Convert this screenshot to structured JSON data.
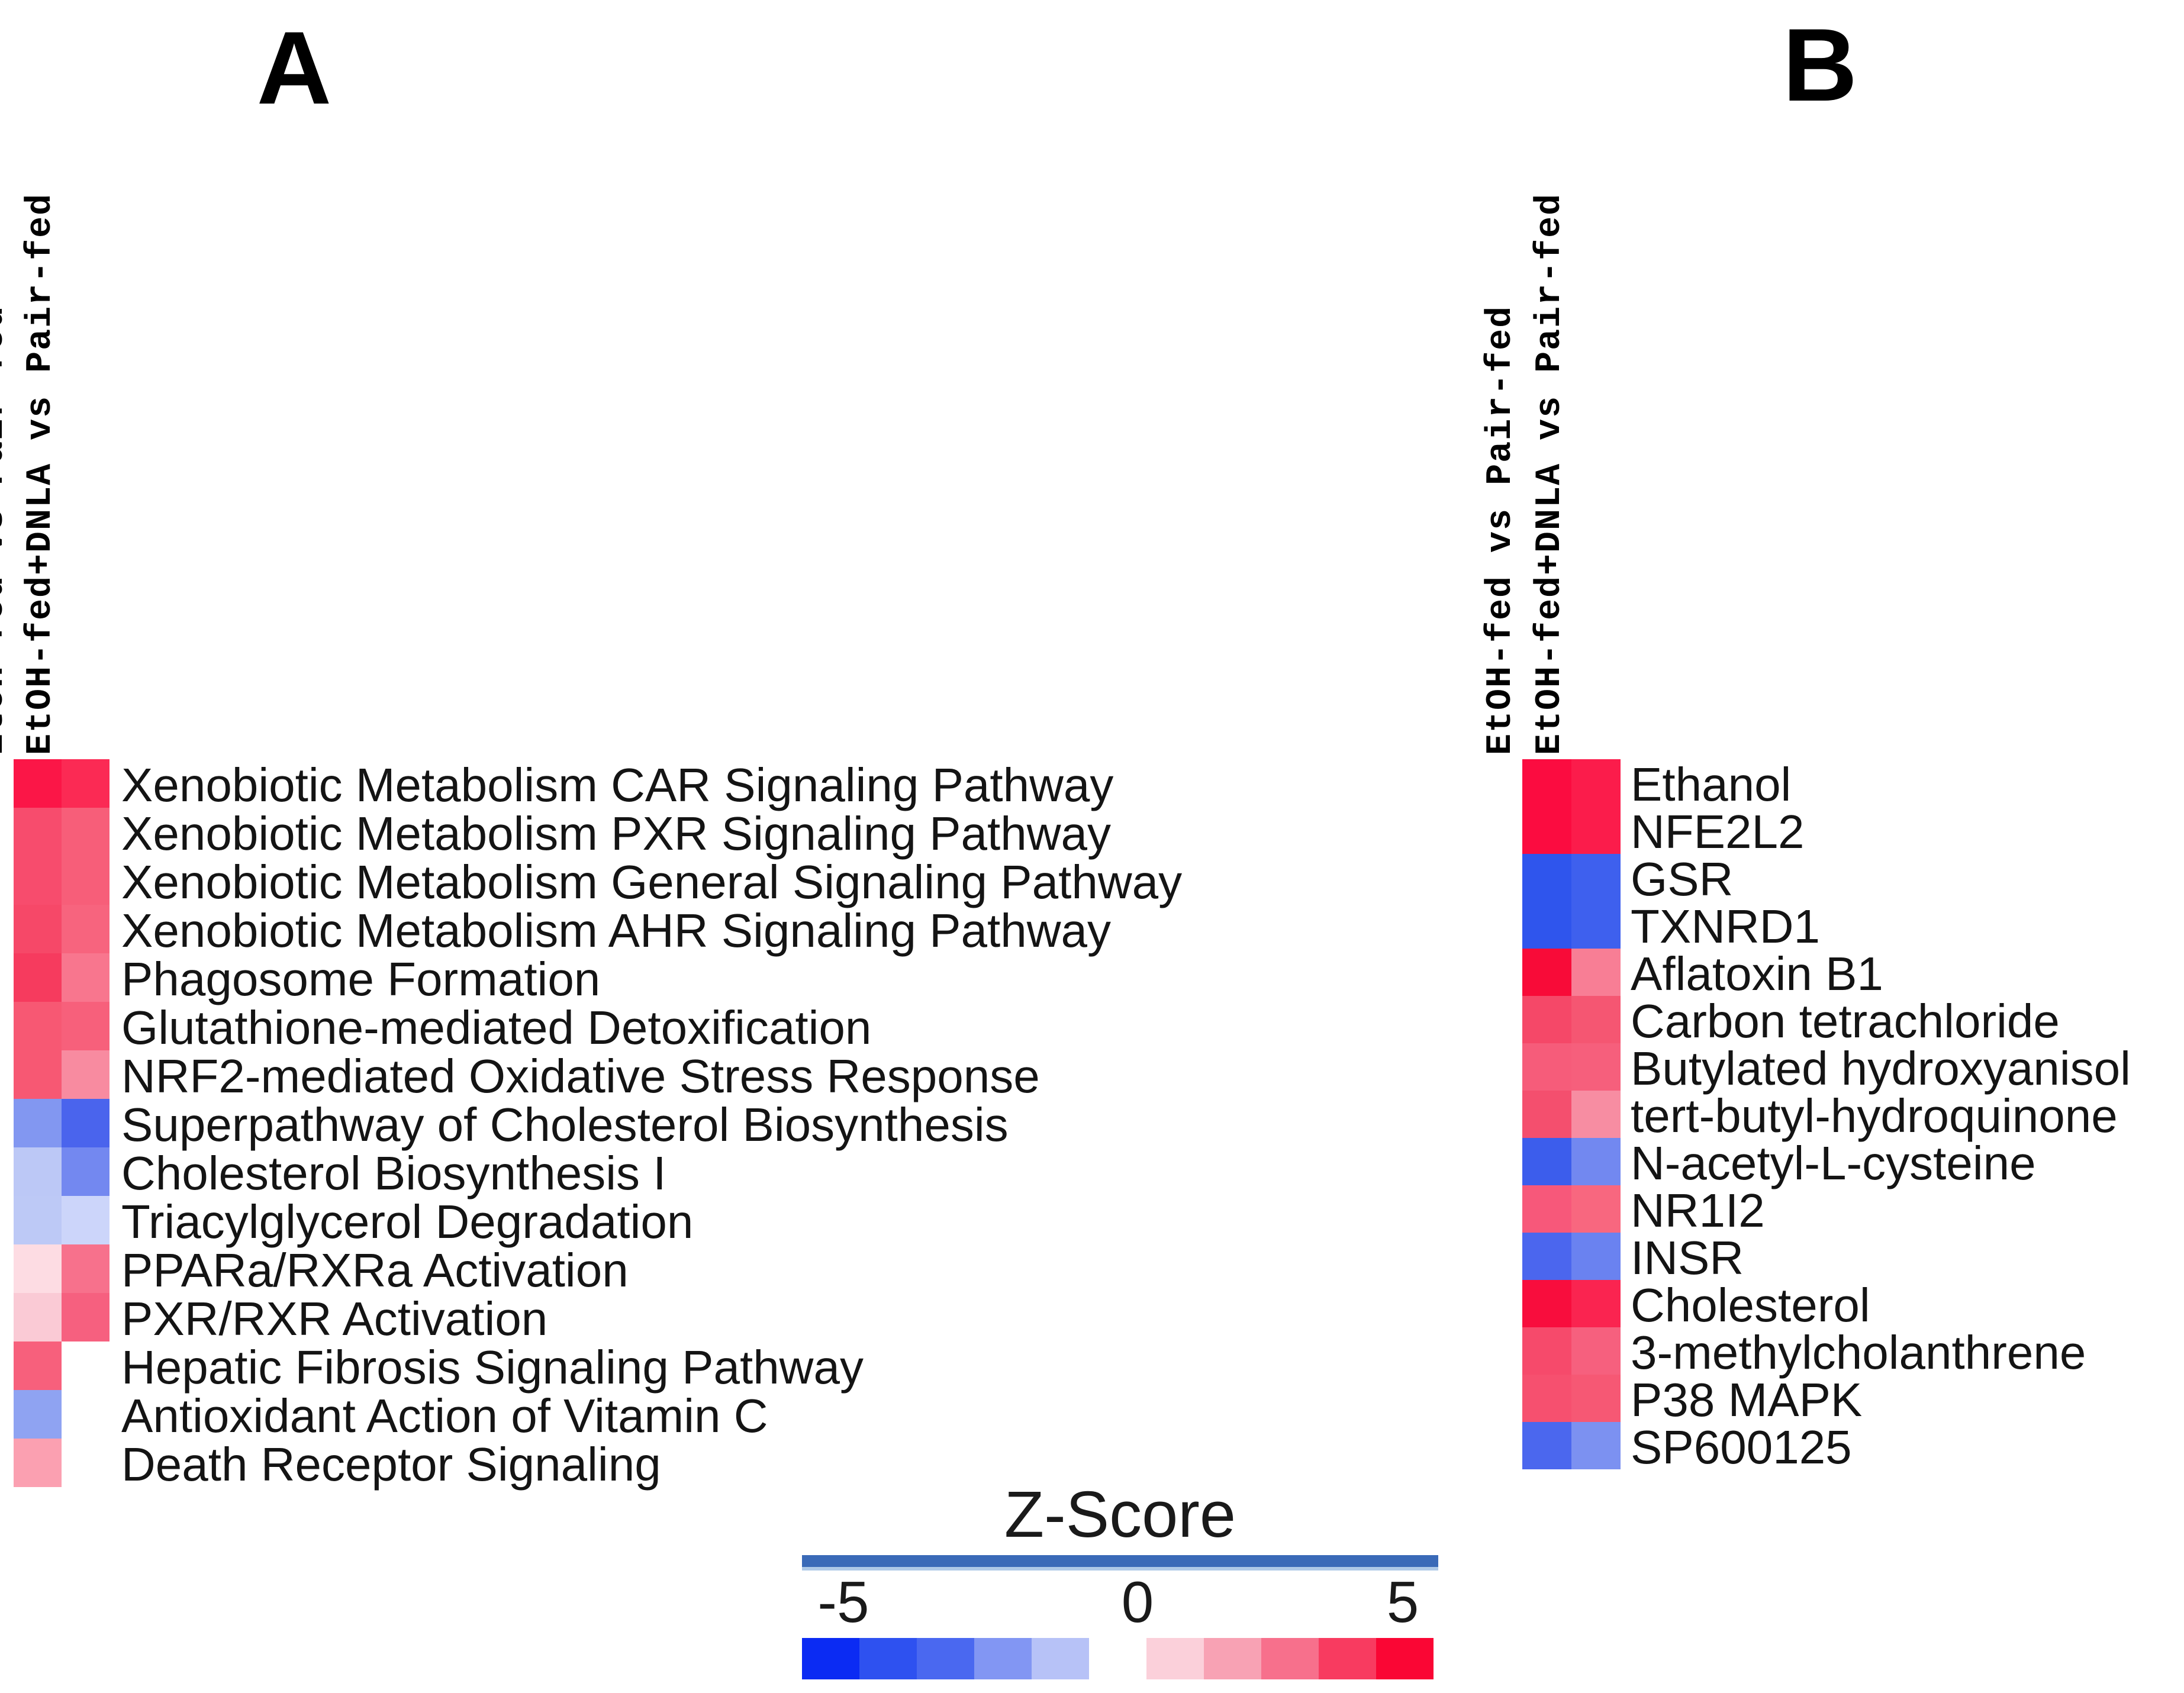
{
  "chart_data": [
    {
      "type": "heatmap",
      "title": "A",
      "columns": [
        "EtOH-fed vs Pair-fed",
        "EtOH-fed+DNLA vs Pair-fed"
      ],
      "rows": [
        "Xenobiotic Metabolism CAR Signaling Pathway",
        "Xenobiotic Metabolism PXR Signaling Pathway",
        "Xenobiotic Metabolism General Signaling Pathway",
        "Xenobiotic Metabolism AHR Signaling Pathway",
        "Phagosome Formation",
        "Glutathione-mediated Detoxification",
        "NRF2-mediated Oxidative Stress Response",
        "Superpathway of Cholesterol Biosynthesis",
        "Cholesterol Biosynthesis I",
        "Triacylglycerol Degradation",
        "PPARa/RXRa Activation",
        "PXR/RXR Activation",
        "Hepatic Fibrosis Signaling Pathway",
        "Antioxidant Action of Vitamin C",
        "Death Receptor Signaling"
      ],
      "values": [
        [
          4.8,
          4.5
        ],
        [
          3.8,
          3.5
        ],
        [
          3.8,
          3.5
        ],
        [
          3.9,
          3.4
        ],
        [
          4.2,
          2.8
        ],
        [
          3.6,
          3.4
        ],
        [
          3.6,
          2.6
        ],
        [
          -2.2,
          -3.8
        ],
        [
          -1.3,
          -2.6
        ],
        [
          -1.3,
          -1.0
        ],
        [
          0.7,
          3.0
        ],
        [
          1.0,
          3.4
        ],
        [
          3.4,
          null
        ],
        [
          -2.4,
          null
        ],
        [
          2.0,
          null
        ]
      ],
      "cell_colors": [
        [
          "#FB1647",
          "#FB2A54"
        ],
        [
          "#F74C6D",
          "#F75E79"
        ],
        [
          "#F74C6D",
          "#F75E79"
        ],
        [
          "#F64868",
          "#F7647E"
        ],
        [
          "#F63B5E",
          "#F8768E"
        ],
        [
          "#F75873",
          "#F7607B"
        ],
        [
          "#F75873",
          "#F88BA0"
        ],
        [
          "#8297F1",
          "#4A64ED"
        ],
        [
          "#BCC8F6",
          "#7388F0"
        ],
        [
          "#BDC9F6",
          "#CCD5FA"
        ],
        [
          "#FDDCE3",
          "#F7718C"
        ],
        [
          "#FACAD5",
          "#F6607F"
        ],
        [
          "#F7607C",
          "#FFFFFF"
        ],
        [
          "#8FA3F2",
          "#FFFFFF"
        ],
        [
          "#FBA0B1",
          "#FFFFFF"
        ]
      ],
      "zlim": [
        -5,
        5
      ]
    },
    {
      "type": "heatmap",
      "title": "B",
      "columns": [
        "EtOH-fed vs Pair-fed",
        "EtOH-fed+DNLA vs Pair-fed"
      ],
      "rows": [
        "Ethanol",
        "NFE2L2",
        "GSR",
        "TXNRD1",
        "Aflatoxin B1",
        "Carbon tetrachloride",
        "Butylated hydroxyanisol",
        "tert-butyl-hydroquinone",
        "N-acetyl-L-cysteine",
        "NR1I2",
        "INSR",
        "Cholesterol",
        "3-methylcholanthrene",
        "P38 MAPK",
        "SP600125"
      ],
      "values": [
        [
          5.0,
          4.8
        ],
        [
          5.0,
          4.8
        ],
        [
          -4.5,
          -4.2
        ],
        [
          -4.5,
          -4.2
        ],
        [
          5.0,
          2.6
        ],
        [
          3.9,
          3.7
        ],
        [
          3.5,
          3.5
        ],
        [
          3.8,
          2.5
        ],
        [
          -4.2,
          -2.8
        ],
        [
          3.5,
          3.1
        ],
        [
          -3.8,
          -2.9
        ],
        [
          4.9,
          4.6
        ],
        [
          3.9,
          3.4
        ],
        [
          3.8,
          3.7
        ],
        [
          -4.2,
          -2.2
        ]
      ],
      "cell_colors": [
        [
          "#FB0C40",
          "#FB1C4B"
        ],
        [
          "#FB0C40",
          "#FB1C4B"
        ],
        [
          "#2F55ED",
          "#3E60EE"
        ],
        [
          "#2F55ED",
          "#3E60EE"
        ],
        [
          "#F80B38",
          "#F87E95"
        ],
        [
          "#F54868",
          "#F55672"
        ],
        [
          "#F65C7A",
          "#F65F7C"
        ],
        [
          "#F44F6E",
          "#F78DA2"
        ],
        [
          "#3C5DEC",
          "#7288F0"
        ],
        [
          "#F7587A",
          "#F8677F"
        ],
        [
          "#4B66EE",
          "#6A82F0"
        ],
        [
          "#F80D3D",
          "#FA2450"
        ],
        [
          "#F64A6B",
          "#F6607E"
        ],
        [
          "#F6506F",
          "#F65874"
        ],
        [
          "#4B67EE",
          "#7C91F1"
        ]
      ],
      "zlim": [
        -5,
        5
      ]
    }
  ],
  "legend": {
    "title": "Z-Score",
    "ticks": [
      "-5",
      "0",
      "5"
    ],
    "axis_bar_color": "#3A6AB8",
    "segments": [
      "#0B2BF3",
      "#2E51F0",
      "#4A68F0",
      "#8296F3",
      "#B7C2F7",
      "#FFFFFF",
      "#FBD0DA",
      "#F8A2B4",
      "#F7708C",
      "#F83B60",
      "#FA0634"
    ]
  }
}
